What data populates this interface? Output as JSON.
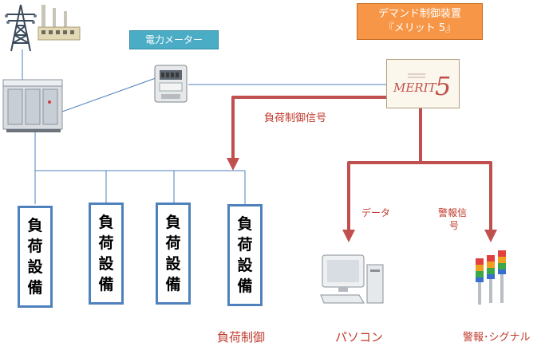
{
  "callouts": {
    "demand_device": "デマンド制御装置\n『メリット 5』",
    "demand_line1": "デマンド制御装置",
    "demand_line2": "『メリット 5』",
    "power_meter": "電力メーター"
  },
  "device_logo": {
    "brand": "MERIT",
    "number": "5"
  },
  "labels": {
    "load_control_signal": "負荷制御信号",
    "data": "データ",
    "alarm_signal_line1": "警報信",
    "alarm_signal_line2": "号",
    "load_control": "負荷制御",
    "pc": "パソコン",
    "alarm_signal_light": "警報･シグナル"
  },
  "loads": [
    {
      "chars": [
        "負",
        "荷",
        "設",
        "備"
      ]
    },
    {
      "chars": [
        "負",
        "荷",
        "設",
        "備"
      ]
    },
    {
      "chars": [
        "負",
        "荷",
        "設",
        "備"
      ]
    },
    {
      "chars": [
        "負",
        "荷",
        "設",
        "備"
      ]
    }
  ],
  "icons": [
    "transmission-tower-icon",
    "factory-icon",
    "switchgear-cabinet-icon",
    "power-meter-icon",
    "merit5-device-icon",
    "pc-icon",
    "signal-tower-icon"
  ],
  "colors": {
    "arrow_red": "#c0504d",
    "line_blue": "#4f81bd",
    "orange": "#f79646",
    "teal": "#4bacc6"
  }
}
